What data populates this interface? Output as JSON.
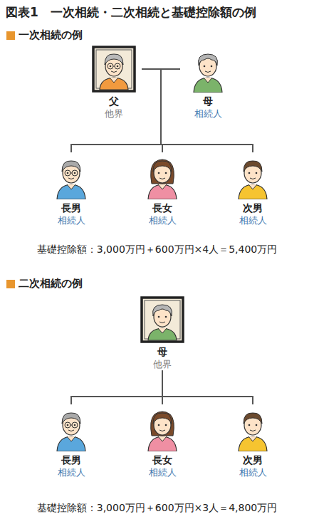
{
  "diagram": {
    "title": "図表1　一次相続・二次相続と基礎控除額の例",
    "nodes": [
      {
        "text": [
          "父",
          "他界"
        ]
      },
      {
        "text": [
          "母",
          "相続人"
        ]
      },
      {
        "text": [
          "長男",
          "相続人"
        ]
      },
      {
        "text": [
          "長女",
          "相続人"
        ]
      },
      {
        "text": [
          "次男",
          "相続人"
        ]
      },
      {
        "text": [
          "母",
          "他界"
        ]
      },
      {
        "text": [
          "長男",
          "相続人"
        ]
      },
      {
        "text": [
          "長女",
          "相続人"
        ]
      },
      {
        "text": [
          "次男",
          "相続人"
        ]
      }
    ],
    "edges": [
      {
        "from": 0,
        "to": 1,
        "arrow": "none"
      },
      {
        "from": 0,
        "to": 2,
        "arrow": "none"
      },
      {
        "from": 0,
        "to": 3,
        "arrow": "none"
      },
      {
        "from": 0,
        "to": 4,
        "arrow": "none"
      },
      {
        "from": 1,
        "to": 2,
        "arrow": "none"
      },
      {
        "from": 1,
        "to": 3,
        "arrow": "none"
      },
      {
        "from": 1,
        "to": 4,
        "arrow": "none"
      },
      {
        "from": 5,
        "to": 6,
        "arrow": "none"
      },
      {
        "from": 5,
        "to": 7,
        "arrow": "none"
      },
      {
        "from": 5,
        "to": 8,
        "arrow": "none"
      }
    ],
    "labels": [
      "一次相続の例",
      "基礎控除額：3,000万円＋600万円×4人＝5,400万円",
      "二次相続の例",
      "基礎控除額：3,000万円＋600万円×3人＝4,800万円"
    ]
  }
}
